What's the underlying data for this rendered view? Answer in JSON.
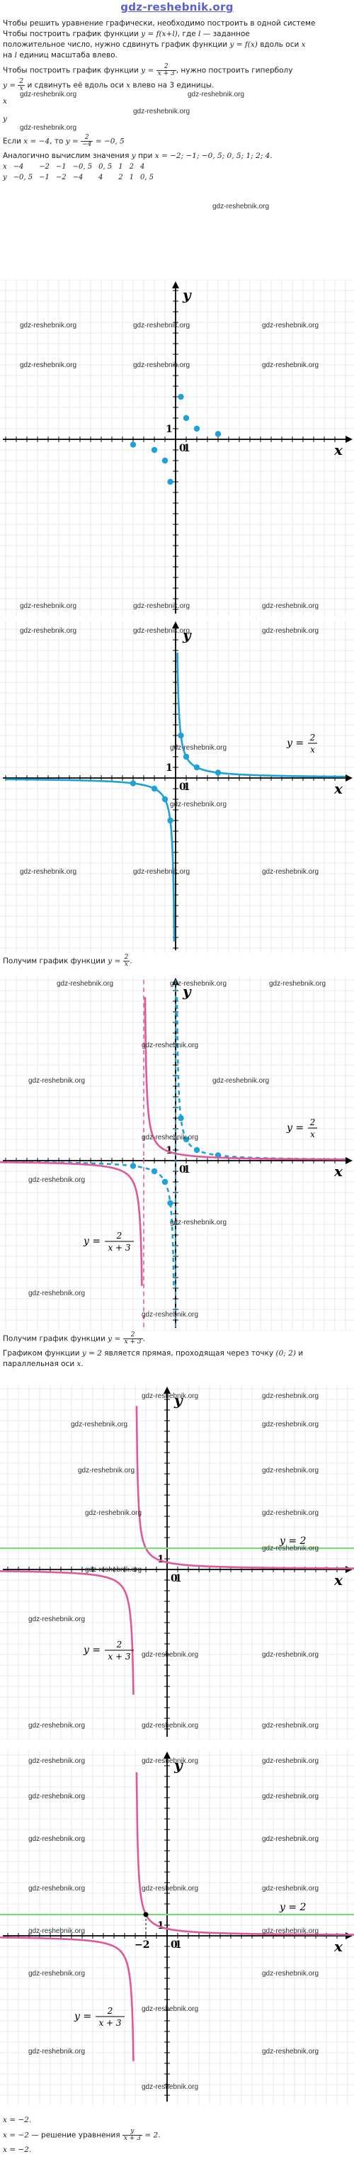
{
  "site_title": "gdz-reshebnik.org",
  "watermark": "gdz-reshebnik.org",
  "text": {
    "p1": "Чтобы решить уравнение графически, необходимо построить в одной системе",
    "p2a": "Чтобы построить график функции ",
    "p2m": "y = f(x+l)",
    "p2b": ", где ",
    "p2l": "l",
    "p2c": " — заданное",
    "p3a": "положительное число, нужно сдвинуть график функции ",
    "p3m": "y = f(x)",
    "p3b": " вдоль оси ",
    "p3x": "x",
    "p4a": "на ",
    "p4l": "l",
    "p4b": " единиц масштаба влево.",
    "p5a": "Чтобы построить график функции ",
    "p5m": "y =",
    "p5num": "2",
    "p5den": "x + 3",
    "p5b": ", нужно построить гиперболу",
    "p6m": "y =",
    "p6num": "2",
    "p6den": "x",
    "p6b": " и сдвинуть её вдоль оси ",
    "p6x": "x",
    "p6c": " влево на 3 единицы.",
    "x_label": "x",
    "y_label": "y",
    "p7a": "Если ",
    "p7m": "x = −4",
    "p7b": ", то ",
    "p7m2": "y =",
    "p7num": "2",
    "p7den": "−4",
    "p7m3": "= −0, 5",
    "p8a": "Аналогично вычислим значения ",
    "p8y": "y",
    "p8b": " при ",
    "p8m": "x = −2; −1; −0, 5; 0, 5; 1; 2; 4.",
    "cap1a": "Получим график функции ",
    "cap1m": "y =",
    "cap1num": "2",
    "cap1den": "x",
    "cap1end": ".",
    "cap2a": "Получим график функции ",
    "cap2m": "y =",
    "cap2num": "2",
    "cap2den": "x + 3",
    "cap2end": ".",
    "p9a": "Графиком функции ",
    "p9m": "y = 2",
    "p9b": " является прямая, проходящая через точку ",
    "p9m2": "(0; 2)",
    "p9c": " и",
    "p10a": "параллельная оси ",
    "p10x": "x",
    "p10b": ".",
    "f1": "x = −2.",
    "f2a": "x = −2",
    "f2b": " — решение уравнения ",
    "f2num": "y",
    "f2den": "x + 3",
    "f2c": "= 2.",
    "f3": "x = −2."
  },
  "table": {
    "x_row": [
      "x",
      "−4",
      "−2",
      "−1",
      "−0, 5",
      "0, 5",
      "1",
      "2",
      "4"
    ],
    "y_row": [
      "y",
      "−0, 5",
      "−1",
      "−2",
      "−4",
      "4",
      "2",
      "1",
      "0, 5"
    ]
  },
  "graph_labels": {
    "x_axis": "x",
    "y_axis": "y",
    "origin": "0",
    "one": "1",
    "minus_two": "−2",
    "eq_2x_lhs": "y =",
    "eq_2x_num": "2",
    "eq_2x_den": "x",
    "eq_shift_lhs": "y =",
    "eq_shift_num": "2",
    "eq_shift_den": "x + 3",
    "eq_const": "y = 2"
  },
  "colors": {
    "blue_curve": "#1ea1d6",
    "pink_curve": "#e0579a",
    "green_line": "#7ed57a",
    "grid": "#d8d8d8",
    "axis": "#000000",
    "site_title": "#5a5fd6"
  }
}
